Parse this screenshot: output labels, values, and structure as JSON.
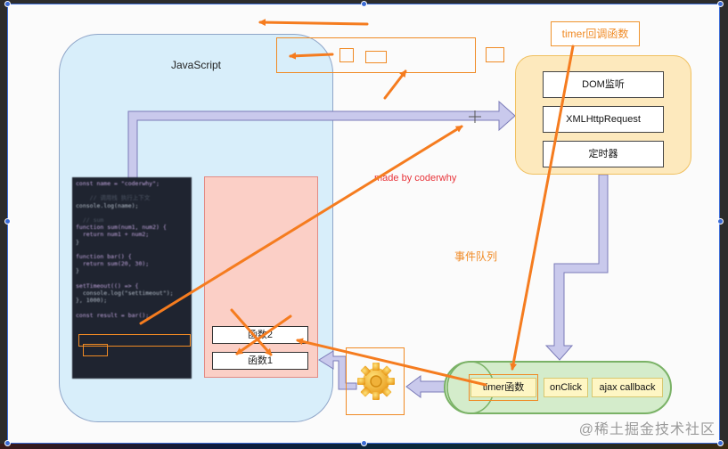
{
  "diagram": {
    "js_env_title": "JavaScript",
    "code_lines": [
      "const name = \"coderwhy\";",
      "",
      "    // 调用栈 执行上下文",
      "console.log(name);",
      "",
      "  // sum",
      "function sum(num1, num2) {",
      "  return num1 + num2;",
      "}",
      "",
      "function bar() {",
      "  return sum(20, 30);",
      "}",
      "",
      "setTimeout(() => {",
      "  console.log(\"settimeout\");",
      "}, 1000);",
      "",
      "const result = bar();"
    ],
    "call_stack": [
      "函数2",
      "函数1"
    ],
    "web_apis": [
      "DOM监听",
      "XMLHttpRequest",
      "定时器"
    ],
    "timer_callback_label": "timer回调函数",
    "made_by": "made by coderwhy",
    "event_queue_label": "事件队列",
    "queue_items": [
      "timer函数",
      "onClick",
      "ajax callback"
    ],
    "event_loop_icon": "gear-icon",
    "watermark": "@稀土掘金技术社区"
  },
  "colors": {
    "annotation": "#f57c1f",
    "pipe_fill": "#c9c9ec",
    "pipe_stroke": "#7b7bb8"
  }
}
